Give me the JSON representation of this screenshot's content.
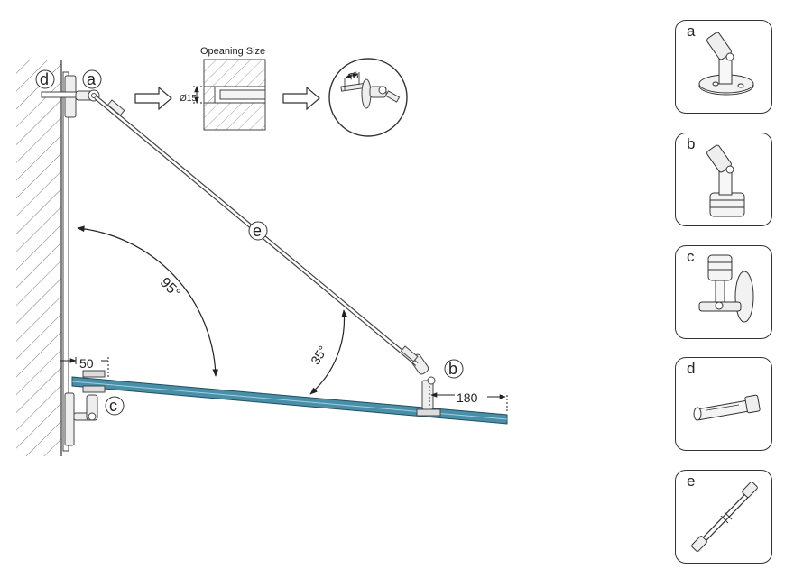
{
  "diagram": {
    "opening_size_label": "Opeaning Size",
    "hole_diameter_label": "Ø15",
    "depth_label": "75",
    "angle_wall": "95°",
    "angle_rod": "35°",
    "dim_wall_gap": "50",
    "dim_end": "180",
    "callouts": {
      "a": "a",
      "b": "b",
      "c": "c",
      "d": "d",
      "e": "e"
    }
  },
  "parts": [
    {
      "letter": "a"
    },
    {
      "letter": "b"
    },
    {
      "letter": "c"
    },
    {
      "letter": "d"
    },
    {
      "letter": "e"
    }
  ],
  "colors": {
    "glass": "#4a8fa8",
    "glass_edge": "#1e4f63",
    "line": "#333333"
  }
}
